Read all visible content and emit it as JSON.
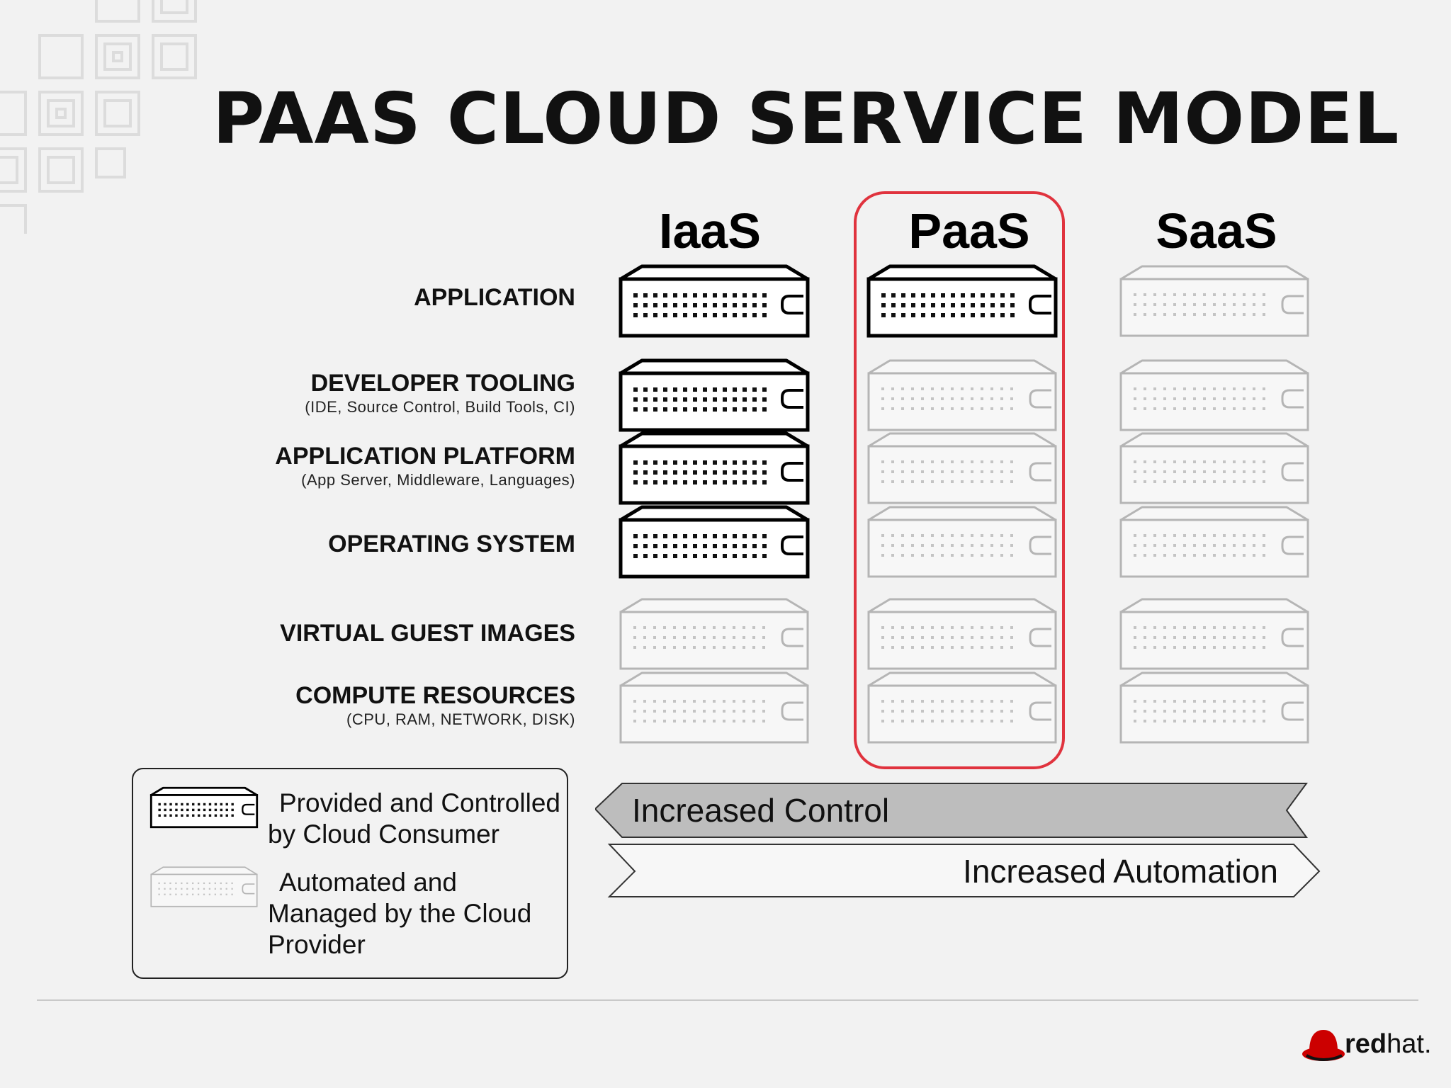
{
  "title": "PAAS CLOUD SERVICE MODEL",
  "columns": [
    {
      "id": "iaas",
      "label": "IaaS"
    },
    {
      "id": "paas",
      "label": "PaaS"
    },
    {
      "id": "saas",
      "label": "SaaS"
    }
  ],
  "layers": [
    {
      "id": "application",
      "name": "APPLICATION",
      "sub": ""
    },
    {
      "id": "developer-tooling",
      "name": "DEVELOPER TOOLING",
      "sub": "(IDE, Source Control, Build Tools, CI)"
    },
    {
      "id": "application-platform",
      "name": "APPLICATION PLATFORM",
      "sub": "(App Server, Middleware, Languages)"
    },
    {
      "id": "operating-system",
      "name": "OPERATING SYSTEM",
      "sub": ""
    },
    {
      "id": "virtual-guest-images",
      "name": "VIRTUAL GUEST IMAGES",
      "sub": ""
    },
    {
      "id": "compute-resources",
      "name": "COMPUTE RESOURCES",
      "sub": "(CPU, RAM, NETWORK, DISK)"
    }
  ],
  "stack": {
    "iaas": [
      "consumer",
      "consumer",
      "consumer",
      "consumer",
      "provider",
      "provider"
    ],
    "paas": [
      "consumer",
      "provider",
      "provider",
      "provider",
      "provider",
      "provider"
    ],
    "saas": [
      "provider",
      "provider",
      "provider",
      "provider",
      "provider",
      "provider"
    ]
  },
  "highlight_column": "paas",
  "legend": {
    "consumer": {
      "line1": "Provided and Controlled",
      "line2": "by Cloud Consumer"
    },
    "provider": {
      "line1": "Automated and",
      "line2": "Managed by the Cloud",
      "line3": "Provider"
    }
  },
  "arrows": {
    "control": "Increased Control",
    "automation": "Increased Automation"
  },
  "brand": {
    "part1": "red",
    "part2": "hat."
  },
  "colors": {
    "highlight": "#e0333e",
    "consumer_stroke": "#000000",
    "provider_stroke": "#b5b5b5",
    "control_fill": "#bdbdbd",
    "background": "#f2f2f2"
  },
  "icons": {
    "consumer": "server-rack-icon-dark",
    "provider": "server-rack-icon-light",
    "logo": "redhat-shadowman-logo"
  }
}
